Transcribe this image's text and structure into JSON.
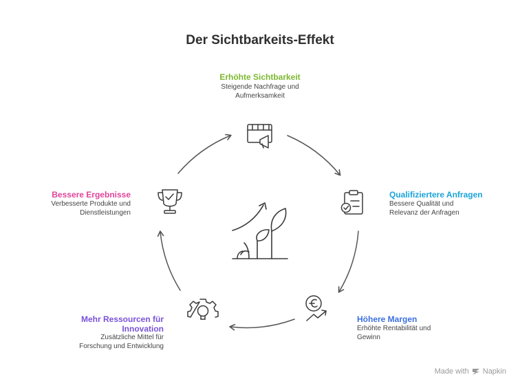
{
  "title": "Der Sichtbarkeits-Effekt",
  "nodes": [
    {
      "id": "sichtbarkeit",
      "heading": "Erhöhte Sichtbarkeit",
      "desc_lines": [
        "Steigende Nachfrage und",
        "Aufmerksamkeit"
      ],
      "color": "#7cb82f",
      "icon": "film-megaphone-icon"
    },
    {
      "id": "anfragen",
      "heading": "Qualifiziertere Anfragen",
      "desc_lines": [
        "Bessere Qualität und",
        "Relevanz der Anfragen"
      ],
      "color": "#1aa3d9",
      "icon": "clipboard-checklist-icon"
    },
    {
      "id": "margen",
      "heading": "Höhere Margen",
      "desc_lines": [
        "Erhöhte Rentabilität und",
        "Gewinn"
      ],
      "color": "#3b6fe0",
      "icon": "money-growth-icon"
    },
    {
      "id": "ressourcen",
      "heading_lines": [
        "Mehr Ressourcen für",
        "Innovation"
      ],
      "desc_lines": [
        "Zusätzliche Mittel für",
        "Forschung und Entwicklung"
      ],
      "color": "#7a52d9",
      "icon": "gear-lightbulb-icon"
    },
    {
      "id": "ergebnisse",
      "heading": "Bessere Ergebnisse",
      "desc_lines": [
        "Verbesserte Produkte und",
        "Dienstleistungen"
      ],
      "color": "#e0439a",
      "icon": "trophy-icon"
    }
  ],
  "center_icon": "growing-plant-icon",
  "cycle_arrow_color": "#555555",
  "branding": {
    "prefix": "Made with",
    "name": "Napkin"
  }
}
